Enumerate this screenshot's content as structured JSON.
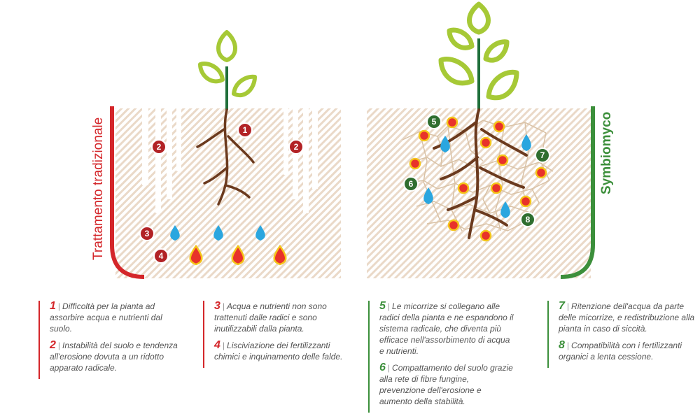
{
  "left_panel": {
    "title": "Trattamento tradizionale",
    "accent_color": "#d4262a",
    "markers": [
      "1",
      "2",
      "2",
      "3",
      "4"
    ]
  },
  "right_panel": {
    "title": "Symbiomyco",
    "accent_color": "#3c8f3b",
    "markers": [
      "5",
      "6",
      "7",
      "8"
    ]
  },
  "notes": [
    {
      "num": "1",
      "text": "Difficoltà per la pianta ad assorbire acqua e nutrienti dal suolo."
    },
    {
      "num": "2",
      "text": "Instabilità del suolo e tendenza all'erosione dovuta a un ridotto apparato radicale."
    },
    {
      "num": "3",
      "text": "Acqua e nutrienti non sono trattenuti dalle radici e sono inutilizzabili dalla pianta."
    },
    {
      "num": "4",
      "text": "Lisciviazione dei fertilizzanti chimici e inquinamento delle falde."
    },
    {
      "num": "5",
      "text": "Le micorrize si collegano alle radici della pianta e ne espandono il sistema radicale, che diventa più efficace nell'assorbimento di acqua e nutrienti."
    },
    {
      "num": "6",
      "text": "Compattamento del suolo grazie alla rete di fibre fungine, prevenzione dell'erosione e aumento della stabilità."
    },
    {
      "num": "7",
      "text": "Ritenzione dell'acqua da parte delle micorrize, e redistribuzione alla pianta in caso di siccità."
    },
    {
      "num": "8",
      "text": "Compatibilità con i fertilizzanti organici a lenta cessione."
    }
  ],
  "separator": "|",
  "colors": {
    "soil": "#ead9c8",
    "root": "#6b3a1e",
    "leaf": "#a6c936",
    "stem": "#1f6f3a",
    "water": "#2aa6df",
    "nutrient": "#e8322a",
    "nutrient_ring": "#f5c518",
    "mycelium": "#d9c2a6"
  },
  "icons": [
    "leaf-icon",
    "water-drop-icon",
    "fertilizer-drop-icon",
    "nutrient-dot-icon",
    "number-badge-icon"
  ]
}
